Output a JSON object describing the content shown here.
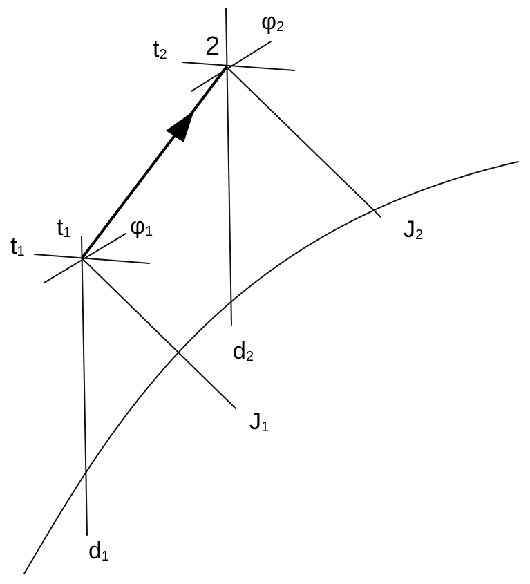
{
  "labels": {
    "point_2": "2",
    "phi_1": {
      "base": "φ",
      "sub": "1"
    },
    "phi_2": {
      "base": "φ",
      "sub": "2"
    },
    "t_1_left": {
      "base": "t",
      "sub": "1"
    },
    "t_1_top": {
      "base": "t",
      "sub": "1"
    },
    "t_2": {
      "base": "t",
      "sub": "2"
    },
    "J_1": {
      "base": "J",
      "sub": "1"
    },
    "J_2": {
      "base": "J",
      "sub": "2"
    },
    "d_1": {
      "base": "d",
      "sub": "1"
    },
    "d_2": {
      "base": "d",
      "sub": "2"
    }
  },
  "colors": {
    "line": "#111111",
    "background": "#ffffff"
  }
}
